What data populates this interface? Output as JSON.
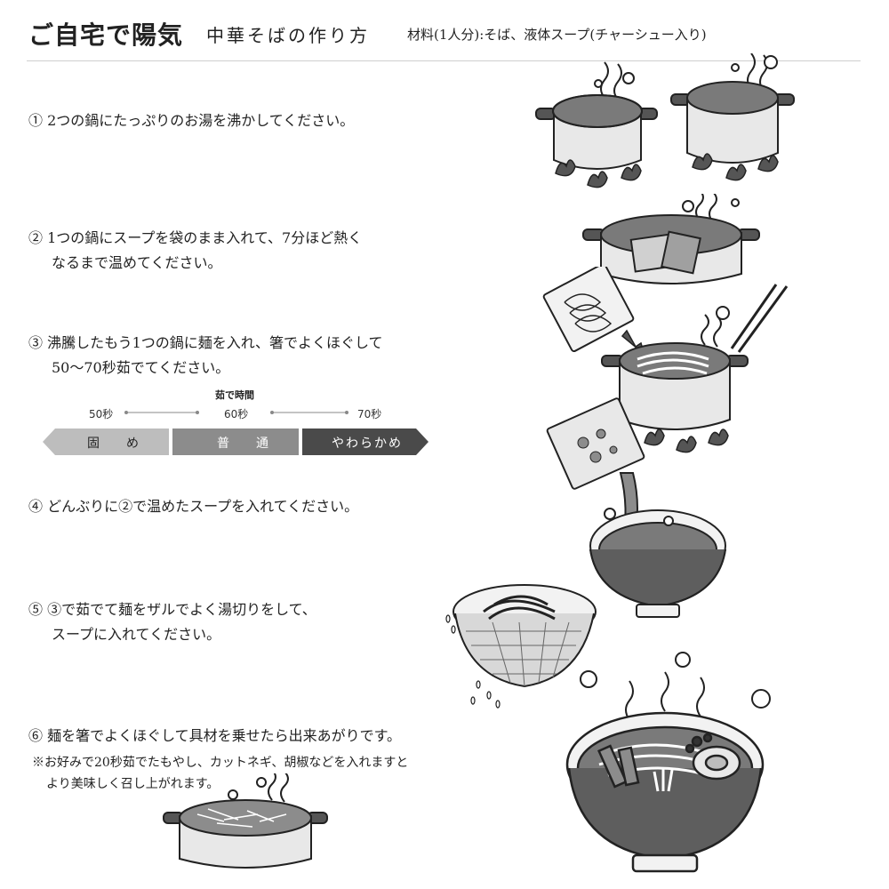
{
  "header": {
    "title": "ご自宅で陽気",
    "subtitle": "中華そばの作り方",
    "materials": "材料(1人分):そば、液体スープ(チャーシュー入り)"
  },
  "steps": [
    {
      "line1": "① 2つの鍋にたっぷりのお湯を沸かしてください。",
      "line2": ""
    },
    {
      "line1": "② 1つの鍋にスープを袋のまま入れて、7分ほど熱く",
      "line2": "なるまで温めてください。"
    },
    {
      "line1": "③ 沸騰したもう1つの鍋に麺を入れ、箸でよくほぐして",
      "line2": "50〜70秒茹でてください。"
    },
    {
      "line1": "④ どんぶりに②で温めたスープを入れてください。",
      "line2": ""
    },
    {
      "line1": "⑤ ③で茹でて麺をザルでよく湯切りをして、",
      "line2": "スープに入れてください。"
    },
    {
      "line1": "⑥ 麺を箸でよくほぐして具材を乗せたら出来あがりです。",
      "line2": ""
    }
  ],
  "note": {
    "line1": "※お好みで20秒茹でたもやし、カットネギ、胡椒などを入れますと",
    "line2": "より美味しく召し上がれます。"
  },
  "timing": {
    "title": "茹で時間",
    "labels": [
      "50秒",
      "60秒",
      "70秒"
    ],
    "levels": [
      {
        "label": "固　め",
        "color": "#bdbdbd"
      },
      {
        "label": "普　通",
        "color": "#8c8c8c"
      },
      {
        "label": "やわらかめ",
        "color": "#4a4a4a"
      }
    ]
  },
  "colors": {
    "soup": "#7a7a7a",
    "pot": "#e8e8e8",
    "bowl_outer": "#5e5e5e",
    "line": "#222222"
  }
}
